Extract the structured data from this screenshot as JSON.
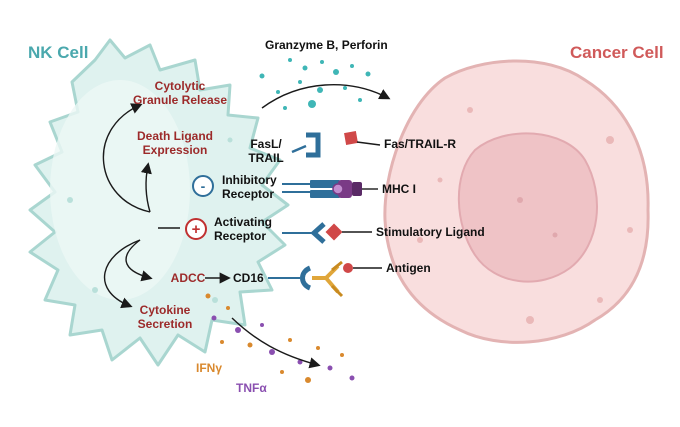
{
  "colors": {
    "nk_title": "#4aa8ad",
    "cancer_title": "#d05a5a",
    "red_label": "#9c2a2a",
    "nk_fill": "#dff2ef",
    "nk_stroke": "#a9d6d0",
    "cancer_fill": "#f9dede",
    "cancer_stroke": "#e3b3b3",
    "nucleus_fill": "#efc3c6",
    "receptor_blue": "#2f6f9a",
    "receptor_gold": "#e0a63a",
    "ligand_red": "#d04848",
    "mhc_purple": "#7a3a86",
    "granule_teal": "#3fb6b6",
    "ifn_orange": "#d9892e",
    "tnf_purple": "#8a4fb0"
  },
  "labels": {
    "nk_cell": "NK Cell",
    "cancer_cell": "Cancer Cell",
    "granzyme": "Granzyme B, Perforin",
    "cytolytic_line1": "Cytolytic",
    "cytolytic_line2": "Granule Release",
    "death_line1": "Death Ligand",
    "death_line2": "Expression",
    "fasl_line1": "FasL/",
    "fasl_line2": "TRAIL",
    "fas_trail_r": "Fas/TRAIL-R",
    "minus_sign": "-",
    "plus_sign": "+",
    "inhib_line1": "Inhibitory",
    "inhib_line2": "Receptor",
    "mhc": "MHC I",
    "act_line1": "Activating",
    "act_line2": "Receptor",
    "stim_ligand": "Stimulatory Ligand",
    "adcc": "ADCC",
    "cd16": "CD16",
    "antigen": "Antigen",
    "cyto_line1": "Cytokine",
    "cyto_line2": "Secretion",
    "ifn": "IFNγ",
    "tnf": "TNFα"
  },
  "icons": [
    "minus-circle-icon",
    "plus-circle-icon",
    "fasl-receptor-icon",
    "inhibitory-receptor-icon",
    "activating-receptor-icon",
    "antibody-icon"
  ]
}
